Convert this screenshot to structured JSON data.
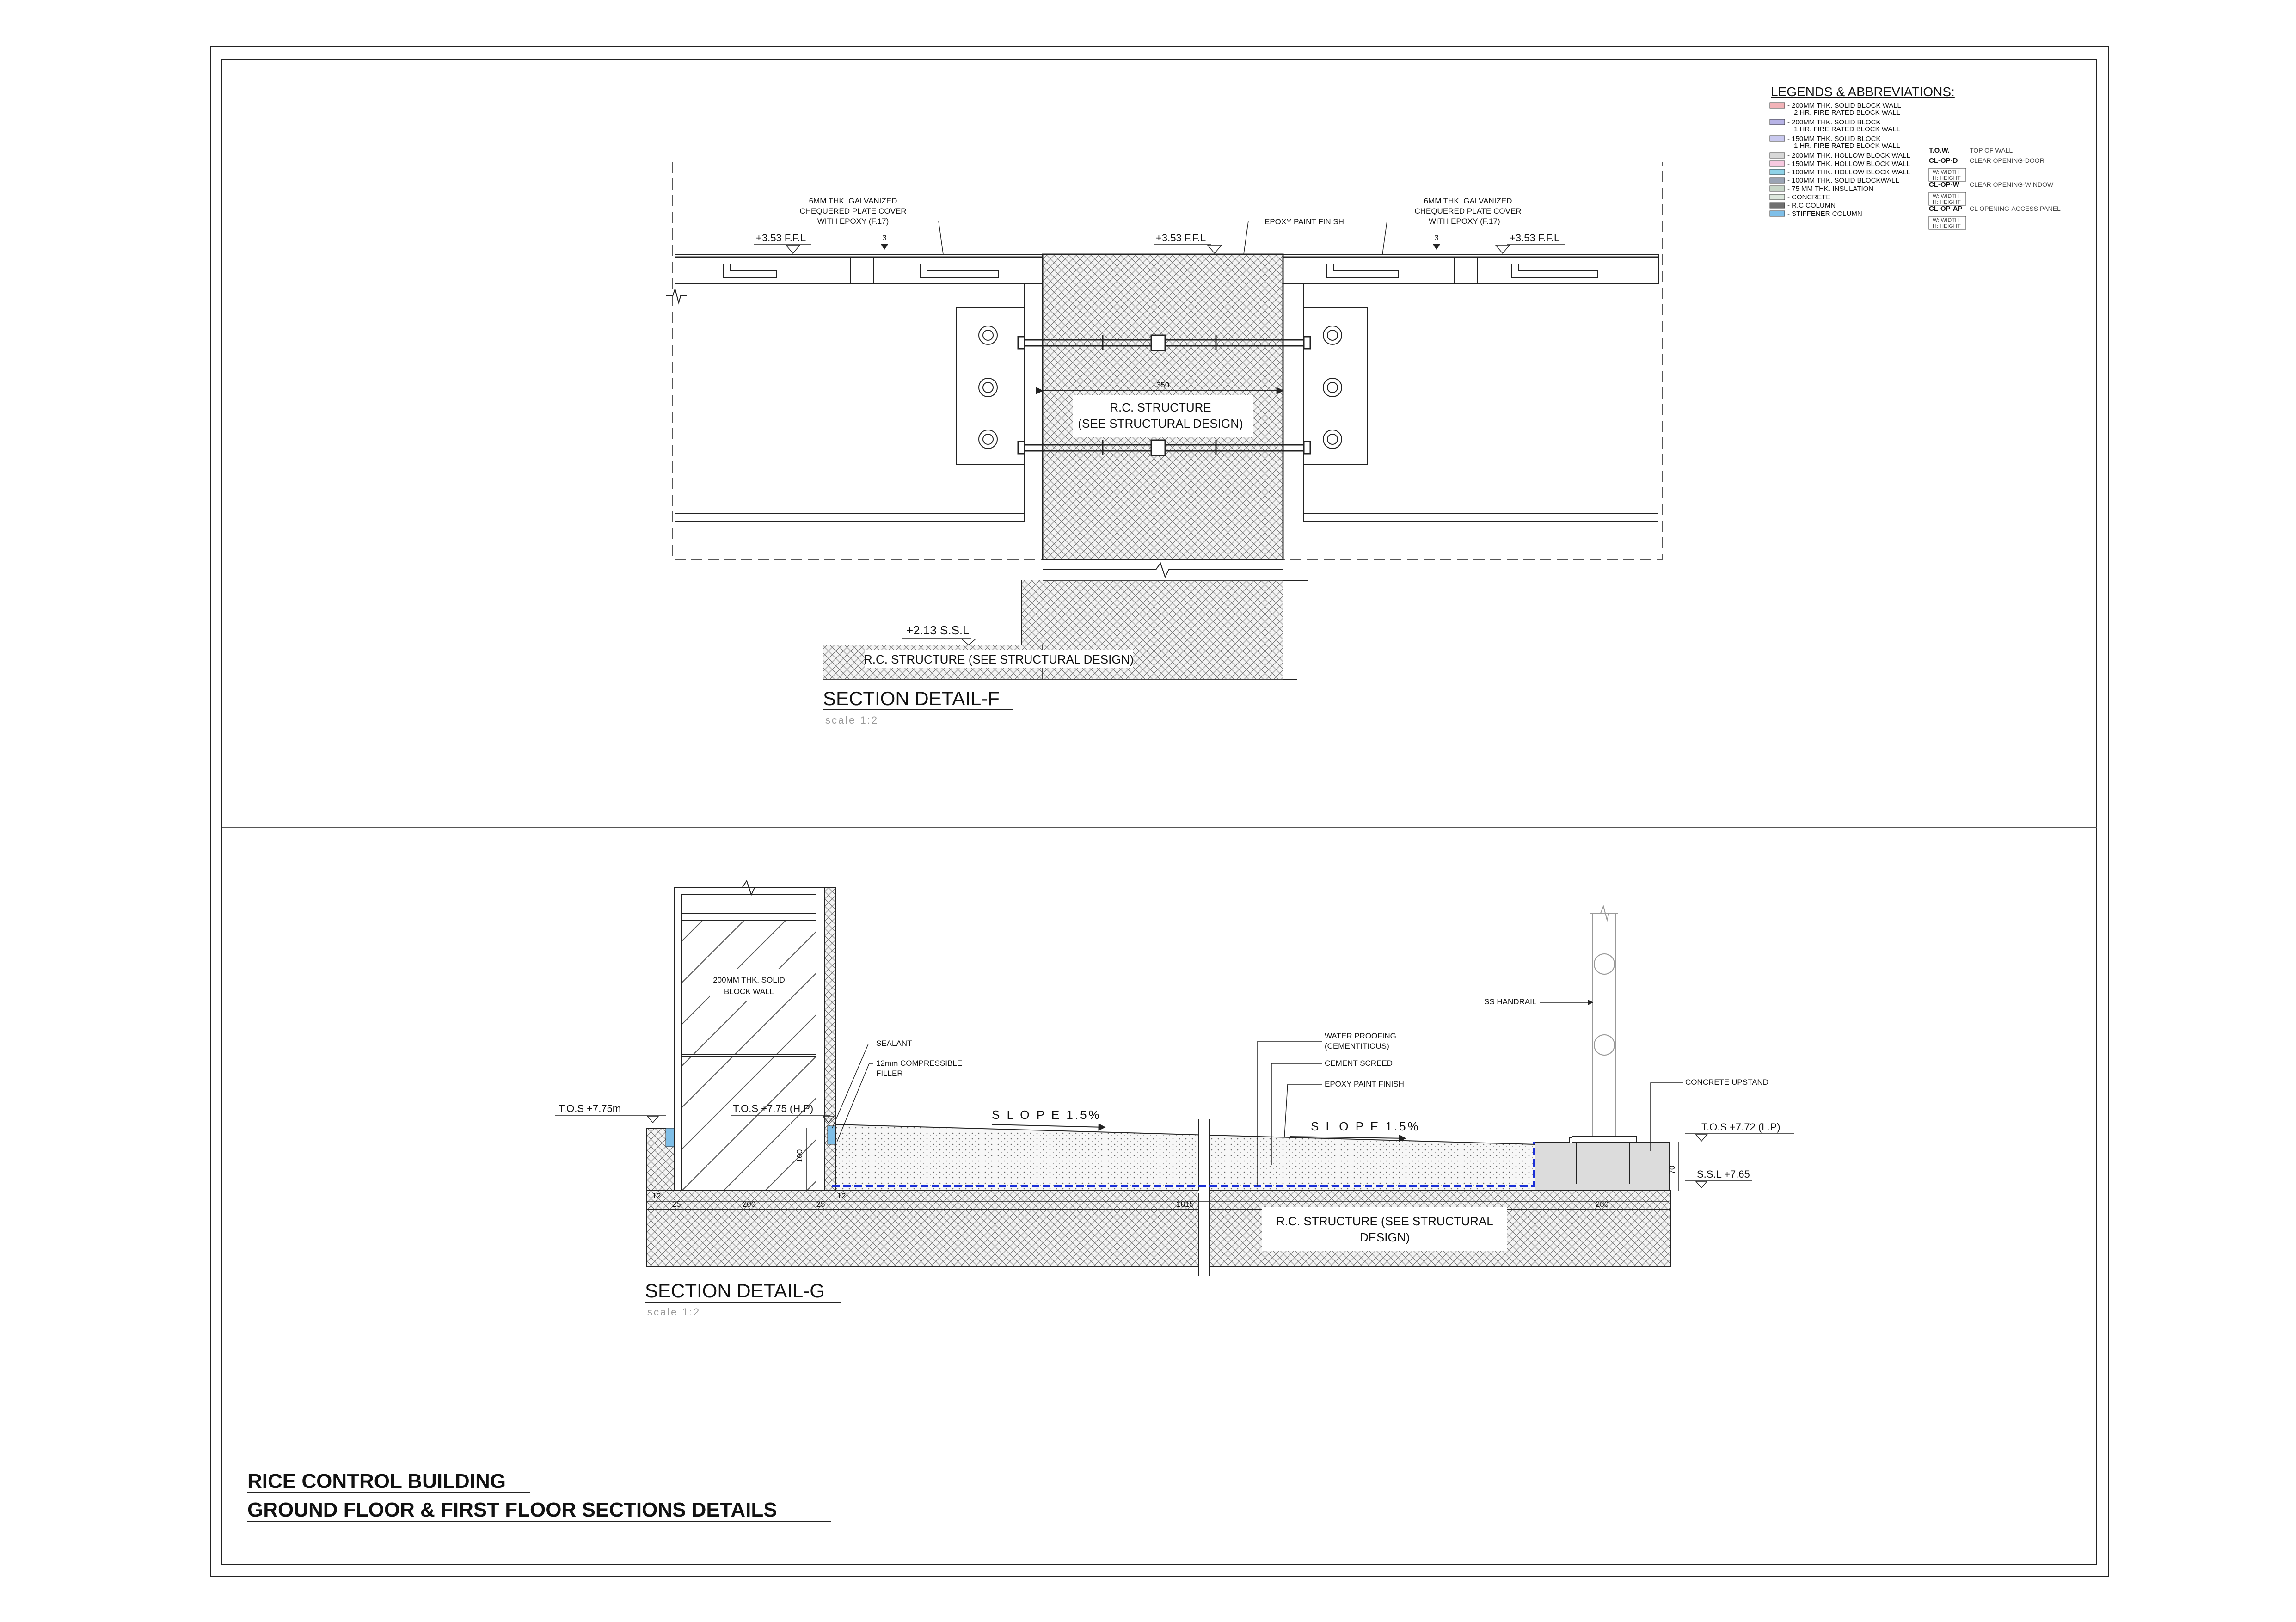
{
  "legend": {
    "title": "LEGENDS & ABBREVIATIONS:",
    "items": [
      {
        "line1": "- 200MM THK. SOLID BLOCK WALL",
        "line2": "2 HR. FIRE RATED BLOCK WALL",
        "color": "#f2b3b8"
      },
      {
        "line1": "- 200MM THK. SOLID BLOCK",
        "line2": "1 HR. FIRE RATED BLOCK WALL",
        "color": "#b7b3e6"
      },
      {
        "line1": "- 150MM THK. SOLID BLOCK",
        "line2": "1 HR. FIRE RATED BLOCK WALL",
        "color": "#c9c9ef"
      },
      {
        "line1": "- 200MM THK. HOLLOW BLOCK WALL",
        "line2": "",
        "color": "#d8d8d8"
      },
      {
        "line1": "- 150MM THK. HOLLOW BLOCK WALL",
        "line2": "",
        "color": "#f7c9e0"
      },
      {
        "line1": "- 100MM THK. HOLLOW BLOCK WALL",
        "line2": "",
        "color": "#8fd3e8"
      },
      {
        "line1": "- 100MM THK. SOLID BLOCKWALL",
        "line2": "",
        "color": "#9aa4b4"
      },
      {
        "line1": "- 75 MM THK. INSULATION",
        "line2": "",
        "color": "#c7d6c7"
      },
      {
        "line1": "- CONCRETE",
        "line2": "",
        "color": "#dde8dd"
      },
      {
        "line1": "- R.C COLUMN",
        "line2": "",
        "color": "#6f6f6f"
      },
      {
        "line1": "- STIFFENER COLUMN",
        "line2": "",
        "color": "#7fbfe8"
      }
    ],
    "abbreviations": [
      {
        "code": "T.O.W.",
        "desc": "TOP OF WALL",
        "w": "",
        "h": ""
      },
      {
        "code": "CL-OP-D",
        "desc": "CLEAR OPENING-DOOR",
        "w": "W: WIDTH",
        "h": "H: HEIGHT"
      },
      {
        "code": "CL-OP-W",
        "desc": "CLEAR OPENING-WINDOW",
        "w": "W: WIDTH",
        "h": "H: HEIGHT"
      },
      {
        "code": "CL-OP-AP",
        "desc": "CL OPENING-ACCESS PANEL",
        "w": "W: WIDTH",
        "h": "H: HEIGHT"
      }
    ]
  },
  "section_f": {
    "title": "SECTION DETAIL-F",
    "scale": "scale 1:2",
    "plate_note_left": [
      "6MM THK. GALVANIZED",
      "CHEQUERED PLATE COVER",
      "WITH EPOXY (F.17)"
    ],
    "plate_note_right": [
      "6MM THK. GALVANIZED",
      "CHEQUERED PLATE COVER",
      "WITH EPOXY (F.17)"
    ],
    "epoxy_note": "EPOXY PAINT FINISH",
    "level_left": "+3.53 F.F.L",
    "level_mid": "+3.53 F.F.L",
    "level_right": "+3.53 F.F.L",
    "plate_tag": "3",
    "rc_label_1": "R.C. STRUCTURE",
    "rc_label_2": "(SEE STRUCTURAL DESIGN)",
    "dim_350": "350",
    "ssl_level": "+2.13 S.S.L",
    "rc_bottom": "R.C. STRUCTURE (SEE STRUCTURAL DESIGN)"
  },
  "section_g": {
    "title": "SECTION DETAIL-G",
    "scale": "scale 1:2",
    "wall_label_1": "200MM THK. SOLID",
    "wall_label_2": "BLOCK WALL",
    "tos_left": "T.O.S +7.75m",
    "tos_hp": "T.O.S +7.75 (H.P)",
    "tos_lp": "T.O.S +7.72 (L.P)",
    "ssl": "S.S.L +7.65",
    "sealant": "SEALANT",
    "filler_1": "12mm COMPRESSIBLE",
    "filler_2": "FILLER",
    "slope_1": "S L O P E  1.5%",
    "slope_2": "S L O P E  1.5%",
    "waterproofing_1": "WATER PROOFING",
    "waterproofing_2": "(CEMENTITIOUS)",
    "cement_screed": "CEMENT SCREED",
    "epoxy": "EPOXY PAINT FINISH",
    "handrail": "SS HANDRAIL",
    "upstand": "CONCRETE UPSTAND",
    "rc_1": "R.C. STRUCTURE (SEE STRUCTURAL",
    "rc_2": "DESIGN)",
    "dim_12a": "12",
    "dim_25a": "25",
    "dim_200": "200",
    "dim_25b": "25",
    "dim_12b": "12",
    "dim_1815": "1815",
    "dim_280": "280",
    "dim_100": "100",
    "dim_70": "70"
  },
  "title_block": {
    "line1": "RICE CONTROL BUILDING",
    "line2": "GROUND FLOOR & FIRST FLOOR SECTIONS DETAILS"
  }
}
